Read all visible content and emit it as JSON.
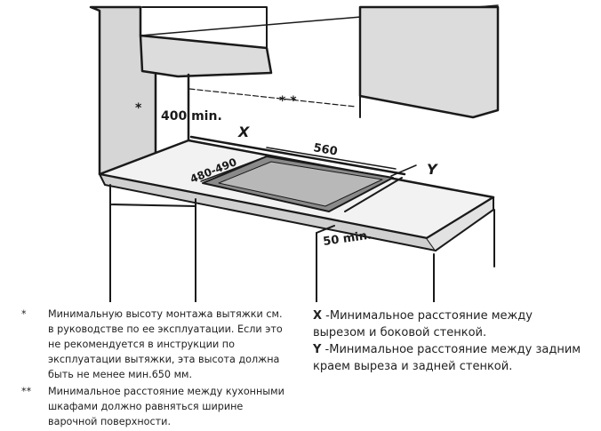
{
  "dimensions": {
    "hood_min": "400 min.",
    "cabinet_gap": "* *",
    "hood_note_mark": "*",
    "x_label": "X",
    "width": "560",
    "depth": "480-490",
    "y_label": "Y",
    "front_min": "50 min."
  },
  "notes": [
    {
      "mark": "*",
      "text": "Минимальную высоту монтажа вытяжки см.\nв руководстве по ее эксплуатации. Если это\nне рекомендуется в инструкции по\nэксплуатации вытяжки, эта высота должна\nбыть не менее мин.650 мм."
    },
    {
      "mark": "**",
      "text": "Минимальное расстояние между кухонными\nшкафами должно равняться ширине\nварочной поверхности."
    }
  ],
  "legend": [
    {
      "key": "X",
      "text": " -Минимальное расстояние между\nвырезом и боковой стенкой."
    },
    {
      "key": "Y",
      "text": " -Минимальное расстояние между задним\nкраем выреза и задней стенкой."
    }
  ]
}
